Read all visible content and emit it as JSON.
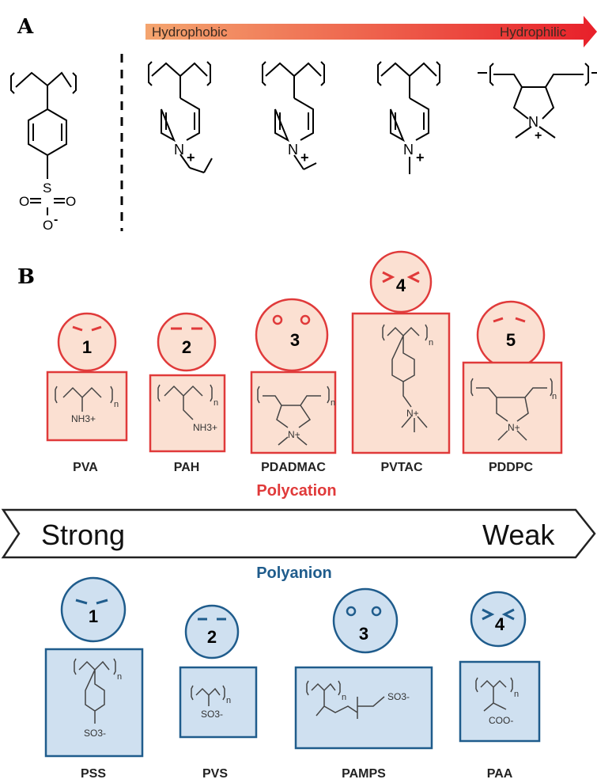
{
  "panel_a": {
    "label": "A",
    "gradient": {
      "left_label": "Hydrophobic",
      "right_label": "Hydrophilic",
      "start_color": "#f4a56f",
      "end_color": "#e8202a"
    },
    "sulfonate": {
      "so_left": "O",
      "so_s": "S",
      "so_right": "O",
      "so_bottom": "O",
      "minus": "-"
    },
    "cations": [
      {
        "n": "N",
        "plus": "+"
      },
      {
        "n": "N",
        "plus": "+"
      },
      {
        "n": "N",
        "plus": "+"
      },
      {
        "n": "N",
        "plus": "+"
      }
    ]
  },
  "panel_b": {
    "label": "B",
    "polycation_title": "Polycation",
    "polyanion_title": "Polyanion",
    "scale": {
      "left": "Strong",
      "right": "Weak"
    },
    "polycations": [
      {
        "rank": "1",
        "name": "PVA",
        "face": "dashes",
        "group": "NH3+",
        "n": "n"
      },
      {
        "rank": "2",
        "name": "PAH",
        "face": "dashes",
        "group": "NH3+",
        "n": "n"
      },
      {
        "rank": "3",
        "name": "PDADMAC",
        "face": "circles",
        "group": "N+",
        "n": "n"
      },
      {
        "rank": "4",
        "name": "PVTAC",
        "face": "chevrons",
        "group": "N+",
        "n": "n"
      },
      {
        "rank": "5",
        "name": "PDDPC",
        "face": "dashes",
        "group": "N+",
        "n": "n"
      }
    ],
    "polyanions": [
      {
        "rank": "1",
        "name": "PSS",
        "face": "dashes",
        "group": "SO3-",
        "n": "n"
      },
      {
        "rank": "2",
        "name": "PVS",
        "face": "dashes",
        "group": "SO3-",
        "n": "n"
      },
      {
        "rank": "3",
        "name": "PAMPS",
        "face": "circles",
        "group": "SO3-",
        "n": "n"
      },
      {
        "rank": "4",
        "name": "PAA",
        "face": "chevrons",
        "group": "COO-",
        "n": "n"
      }
    ],
    "colors": {
      "cation_stroke": "#e03a3a",
      "cation_fill": "#fbe0d2",
      "anion_stroke": "#1f5c8c",
      "anion_fill": "#cfe0f0"
    }
  }
}
